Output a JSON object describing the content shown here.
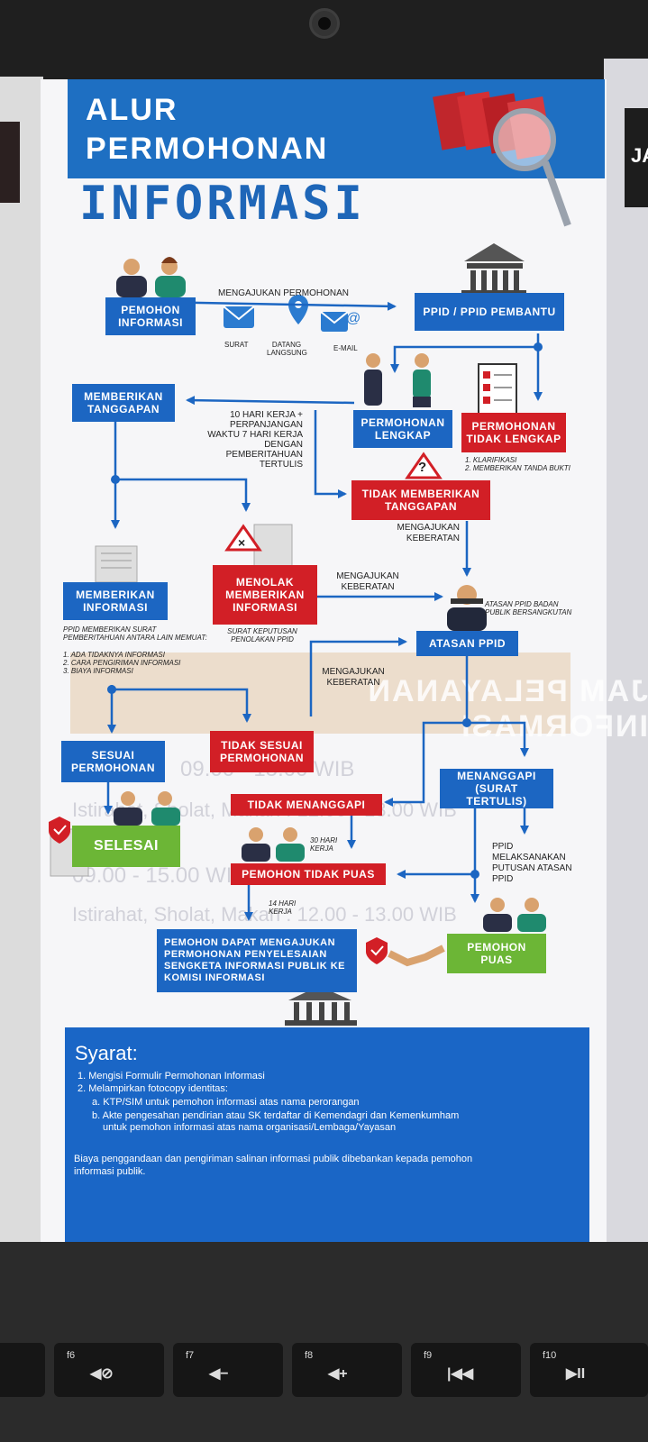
{
  "title": {
    "line1": "ALUR",
    "line2": "PERMOHONAN",
    "line3": "INFORMASI"
  },
  "nodes": {
    "pemohon_informasi": "PEMOHON INFORMASI",
    "ppid": "PPID / PPID PEMBANTU",
    "memberikan_tanggapan": "MEMBERIKAN TANGGAPAN",
    "permohonan_lengkap": "PERMOHONAN LENGKAP",
    "permohonan_tidak_lengkap": "PERMOHONAN TIDAK LENGKAP",
    "tidak_memberikan_tanggapan": "TIDAK MEMBERIKAN TANGGAPAN",
    "memberikan_informasi": "MEMBERIKAN INFORMASI",
    "menolak": "MENOLAK MEMBERIKAN INFORMASI",
    "atasan_ppid": "ATASAN PPID",
    "sesuai": "SESUAI PERMOHONAN",
    "tidak_sesuai": "TIDAK SESUAI PERMOHONAN",
    "menanggapi": "MENANGGAPI (SURAT TERTULIS)",
    "tidak_menanggapi": "TIDAK MENANGGAPI",
    "selesai": "SELESAI",
    "pemohon_tidak_puas": "PEMOHON TIDAK PUAS",
    "pemohon_puas": "PEMOHON PUAS",
    "komisi": "PEMOHON DAPAT MENGAJUKAN PERMOHONAN PENYELESAIAN SENGKETA INFORMASI PUBLIK KE KOMISI INFORMASI"
  },
  "labels": {
    "mengajukan_permohonan": "MENGAJUKAN PERMOHONAN",
    "surat": "SURAT",
    "datang": "DATANG LANGSUNG",
    "email": "E-MAIL",
    "hari_kerja": "10 HARI KERJA + PERPANJANGAN WAKTU 7 HARI KERJA DENGAN PEMBERITAHUAN TERTULIS",
    "klarifikasi": "1. KLARIFIKASI",
    "tanda_bukti": "2. MEMBERIKAN TANDA BUKTI",
    "keberatan_1": "MENGAJUKAN KEBERATAN",
    "keberatan_2": "MENGAJUKAN KEBERATAN",
    "keberatan_3": "MENGAJUKAN KEBERATAN",
    "atasan_note": "ATASAN PPID BADAN PUBLIK BERSANGKUTAN",
    "surat_keputusan": "SURAT KEPUTUSAN PENOLAKAN PPID",
    "ppid_note_1": "PPID MEMBERIKAN SURAT PEMBERITAHUAN ANTARA LAIN MEMUAT:",
    "ppid_note_2": "1. ADA TIDAKNYA INFORMASI",
    "ppid_note_3": "2. CARA PENGIRIMAN INFORMASI",
    "ppid_note_4": "3. BIAYA INFORMASI",
    "hari_30": "30 HARI KERJA",
    "hari_14": "14 HARI KERJA",
    "ppid_melaksanakan": "PPID MELAKSANAKAN PUTUSAN ATASAN PPID",
    "question_mark": "?"
  },
  "background": {
    "jam_pelayanan": "JAM PELAYANAN INFORMASI",
    "ghost_1": "09.00 - 15.00 WIB",
    "ghost_2": "Istirahat, Sholat, Makan : 12.00 - 13.00 WIB",
    "ghost_3": "09.00 - 15.00 WIB",
    "ghost_4": "Istirahat, Sholat, Makan : 12.00 - 13.00 WIB",
    "right_panel_letter": "JA"
  },
  "syarat": {
    "title": "Syarat:",
    "item1": "1. Mengisi Formulir Permohonan Informasi",
    "item2": "2. Melampirkan fotocopy identitas:",
    "item2a": "a. KTP/SIM untuk pemohon informasi atas nama perorangan",
    "item2b_1": "b. Akte pengesahan pendirian atau SK terdaftar di Kemendagri dan Kemenkumham",
    "item2b_2": "untuk pemohon informasi atas nama organisasi/Lembaga/Yayasan",
    "biaya_1": "Biaya  penggandaan dan pengiriman salinan informasi publik dibebankan kepada pemohon",
    "biaya_2": "informasi publik."
  },
  "keys": [
    {
      "fn": "f6",
      "sym": "◀⊘"
    },
    {
      "fn": "f7",
      "sym": "◀−"
    },
    {
      "fn": "f8",
      "sym": "◀+"
    },
    {
      "fn": "f9",
      "sym": "|◀◀"
    },
    {
      "fn": "f10",
      "sym": "▶II"
    }
  ],
  "colors": {
    "blue": "#1c66c2",
    "red": "#d21f26",
    "green": "#6cb636",
    "arrow": "#1c66c2"
  }
}
